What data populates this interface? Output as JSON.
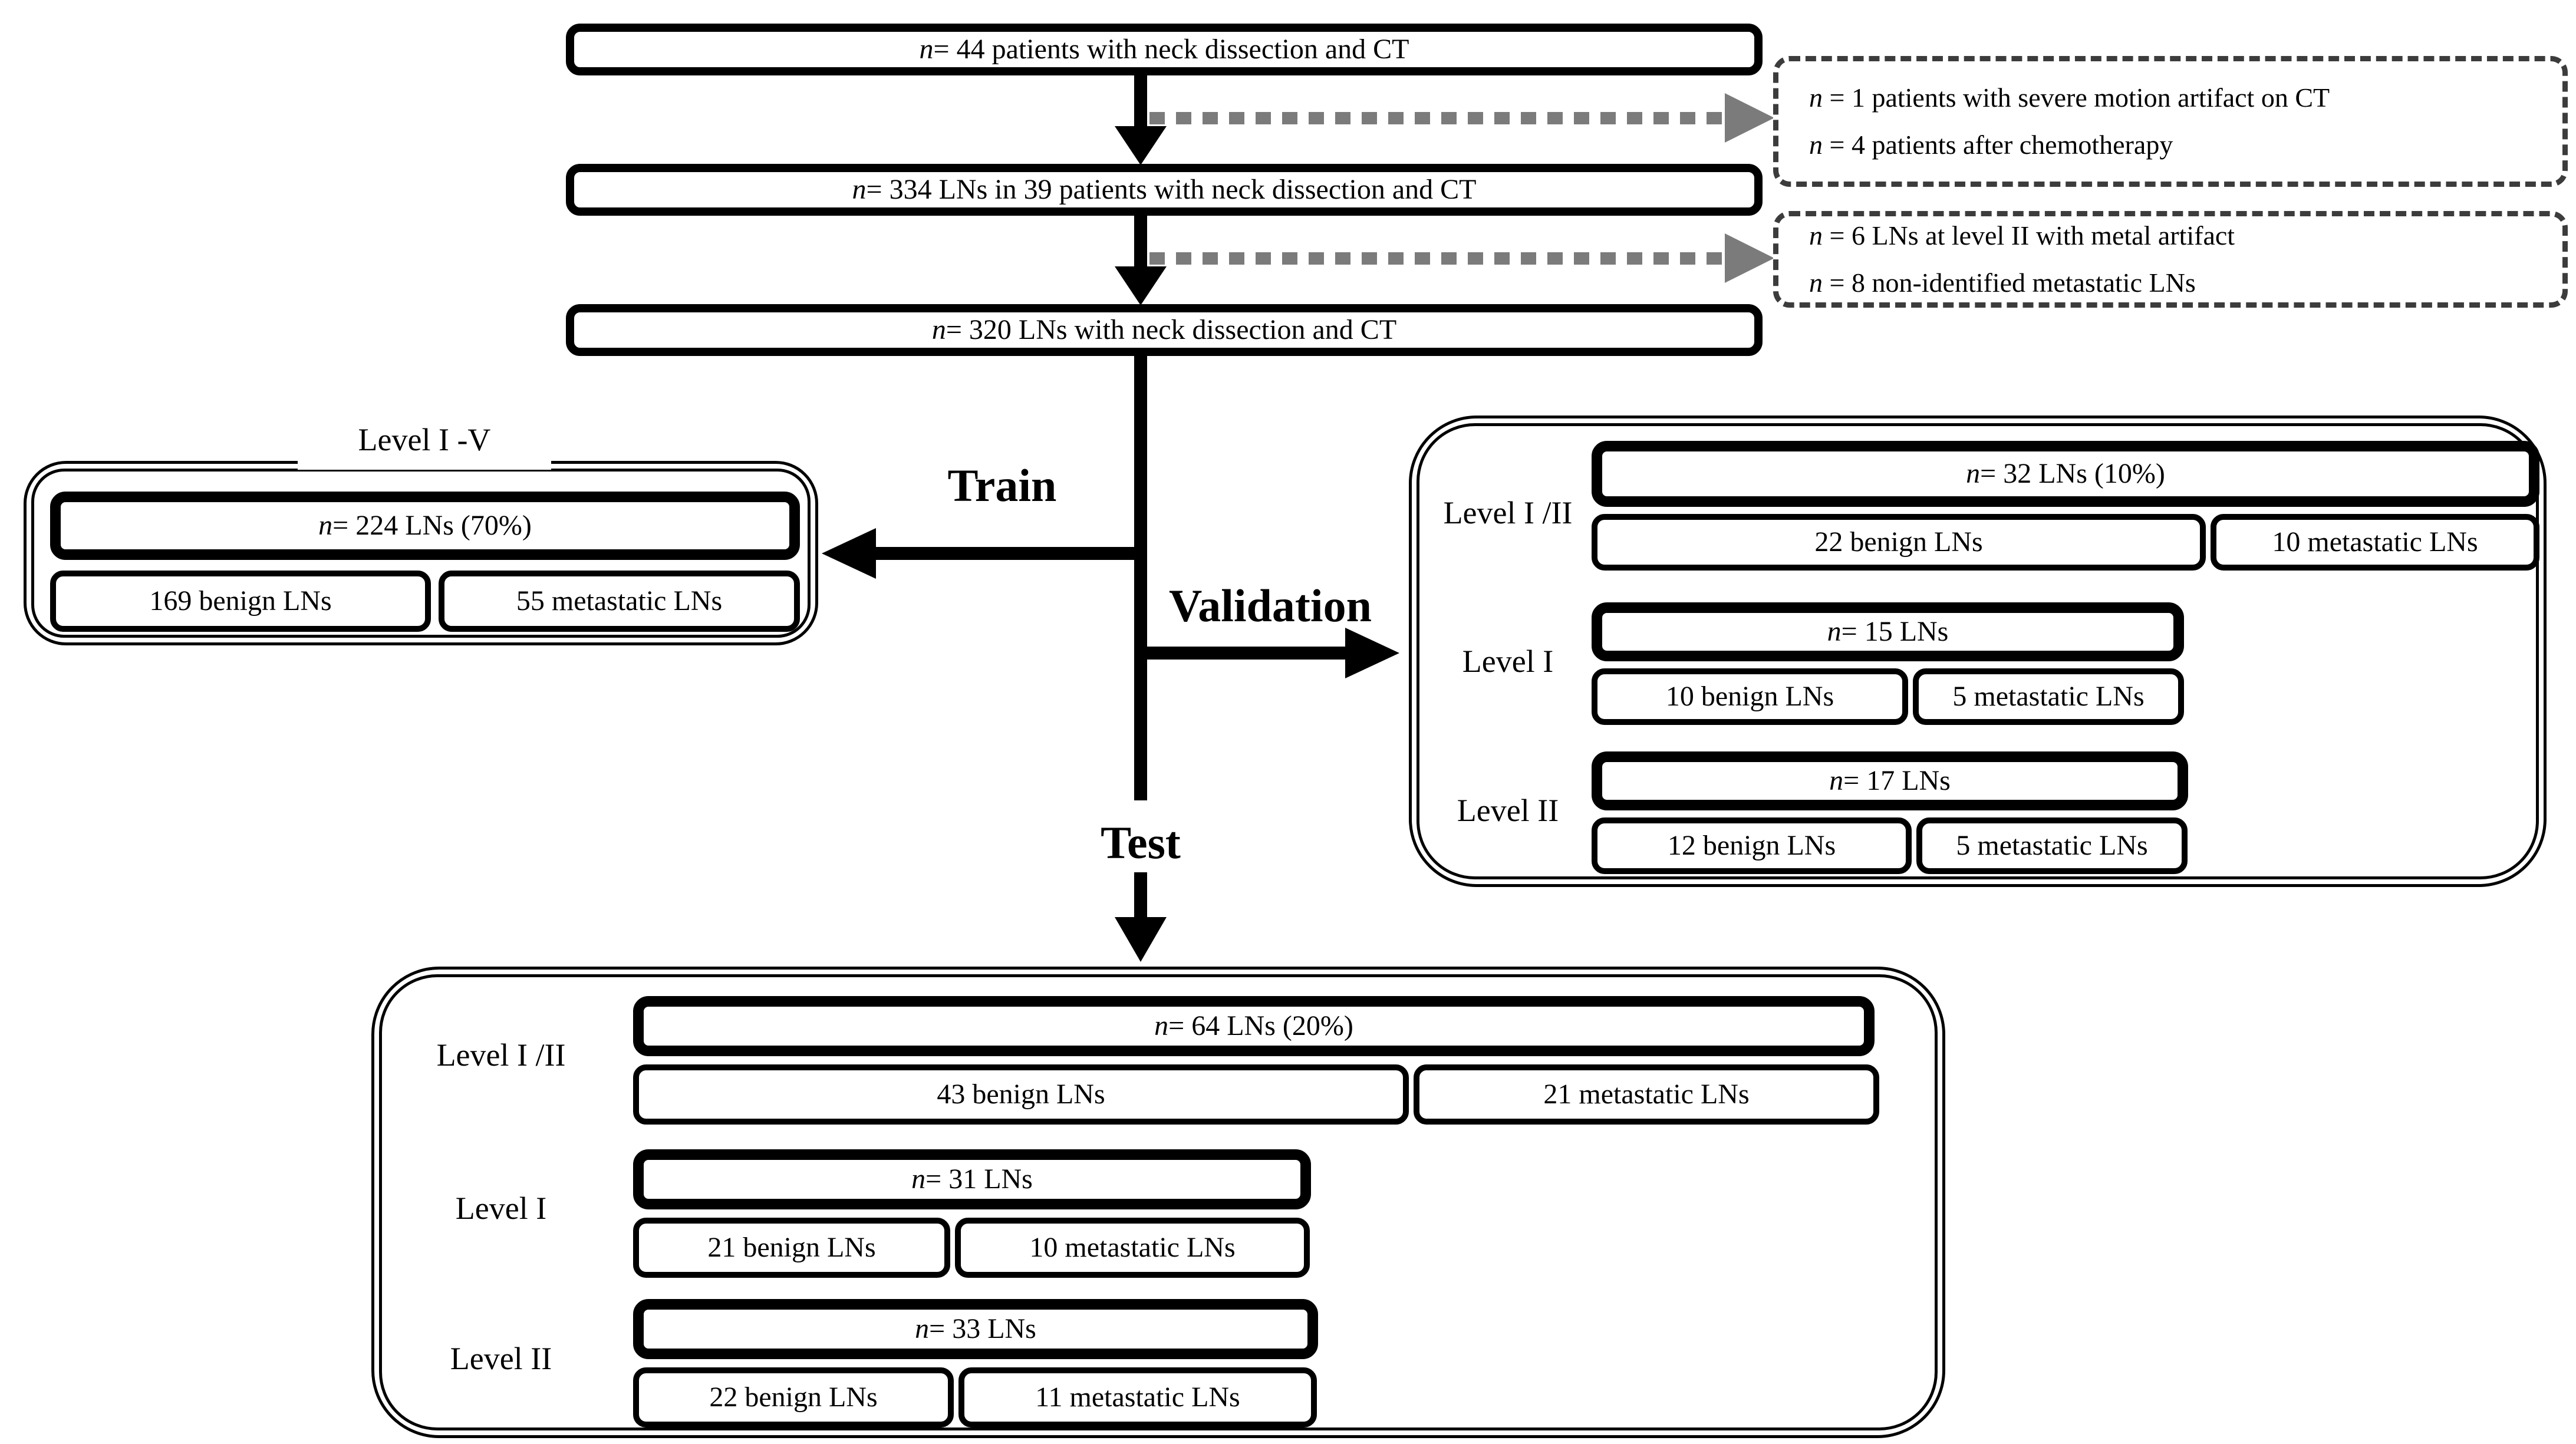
{
  "pipeline": {
    "box1": "n = 44 patients with neck dissection and CT",
    "box2": "n = 334 LNs in 39 patients with neck dissection and CT",
    "box3": "n = 320 LNs with neck dissection and CT"
  },
  "exclusion_boxes": [
    {
      "line1": "n = 1 patients with severe motion artifact on CT",
      "line2": "n = 4 patients after chemotherapy"
    },
    {
      "line1": "n = 6 LNs at level II with metal artifact",
      "line2": "n = 8 non-identified metastatic LNs"
    }
  ],
  "branch_labels": {
    "train": "Train",
    "validation": "Validation",
    "test": "Test"
  },
  "train_group": {
    "level_label": "Level I -V",
    "total": "n = 224 LNs (70%)",
    "benign": "169 benign LNs",
    "metastatic": "55 metastatic LNs"
  },
  "validation_group": {
    "rows": [
      {
        "level": "Level I /II",
        "total": "n = 32 LNs (10%)",
        "benign": "22 benign LNs",
        "metastatic": "10 metastatic LNs"
      },
      {
        "level": "Level I",
        "total": "n = 15 LNs",
        "benign": "10 benign LNs",
        "metastatic": "5 metastatic LNs"
      },
      {
        "level": "Level II",
        "total": "n = 17 LNs",
        "benign": "12 benign LNs",
        "metastatic": "5 metastatic LNs"
      }
    ]
  },
  "test_group": {
    "rows": [
      {
        "level": "Level I /II",
        "total": "n = 64 LNs (20%)",
        "benign": "43 benign LNs",
        "metastatic": "21 metastatic LNs"
      },
      {
        "level": "Level I",
        "total": "n = 31 LNs",
        "benign": "21 benign LNs",
        "metastatic": "10 metastatic LNs"
      },
      {
        "level": "Level II",
        "total": "n = 33 LNs",
        "benign": "22 benign LNs",
        "metastatic": "11 metastatic LNs"
      }
    ]
  },
  "colors": {
    "ink": "#000000",
    "exclusion_arrow_gray": "#7b7b7b",
    "exclusion_border": "#3c3c3c",
    "background": "#ffffff"
  }
}
